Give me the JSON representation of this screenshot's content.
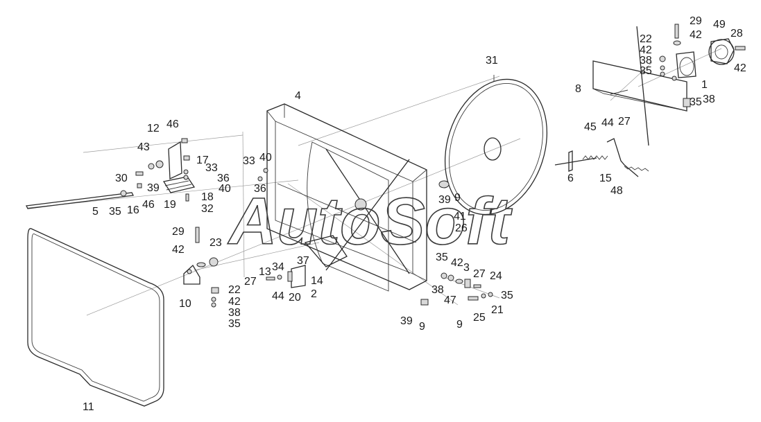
{
  "watermark": {
    "text": "AutoSoft"
  },
  "callouts": [
    "29",
    "49",
    "28",
    "42",
    "22",
    "42",
    "38",
    "35",
    "42",
    "1",
    "38",
    "35",
    "31",
    "8",
    "4",
    "45",
    "44",
    "27",
    "12",
    "46",
    "43",
    "17",
    "30",
    "33",
    "40",
    "36",
    "33",
    "40",
    "36",
    "39",
    "46",
    "19",
    "18",
    "32",
    "5",
    "35",
    "16",
    "6",
    "15",
    "48",
    "9",
    "39",
    "9",
    "41",
    "26",
    "29",
    "23",
    "42",
    "10",
    "35",
    "42",
    "3",
    "27",
    "24",
    "34",
    "37",
    "27",
    "13",
    "14",
    "44",
    "20",
    "2",
    "22",
    "42",
    "38",
    "35",
    "38",
    "47",
    "21",
    "35",
    "25",
    "39",
    "9",
    "11"
  ]
}
